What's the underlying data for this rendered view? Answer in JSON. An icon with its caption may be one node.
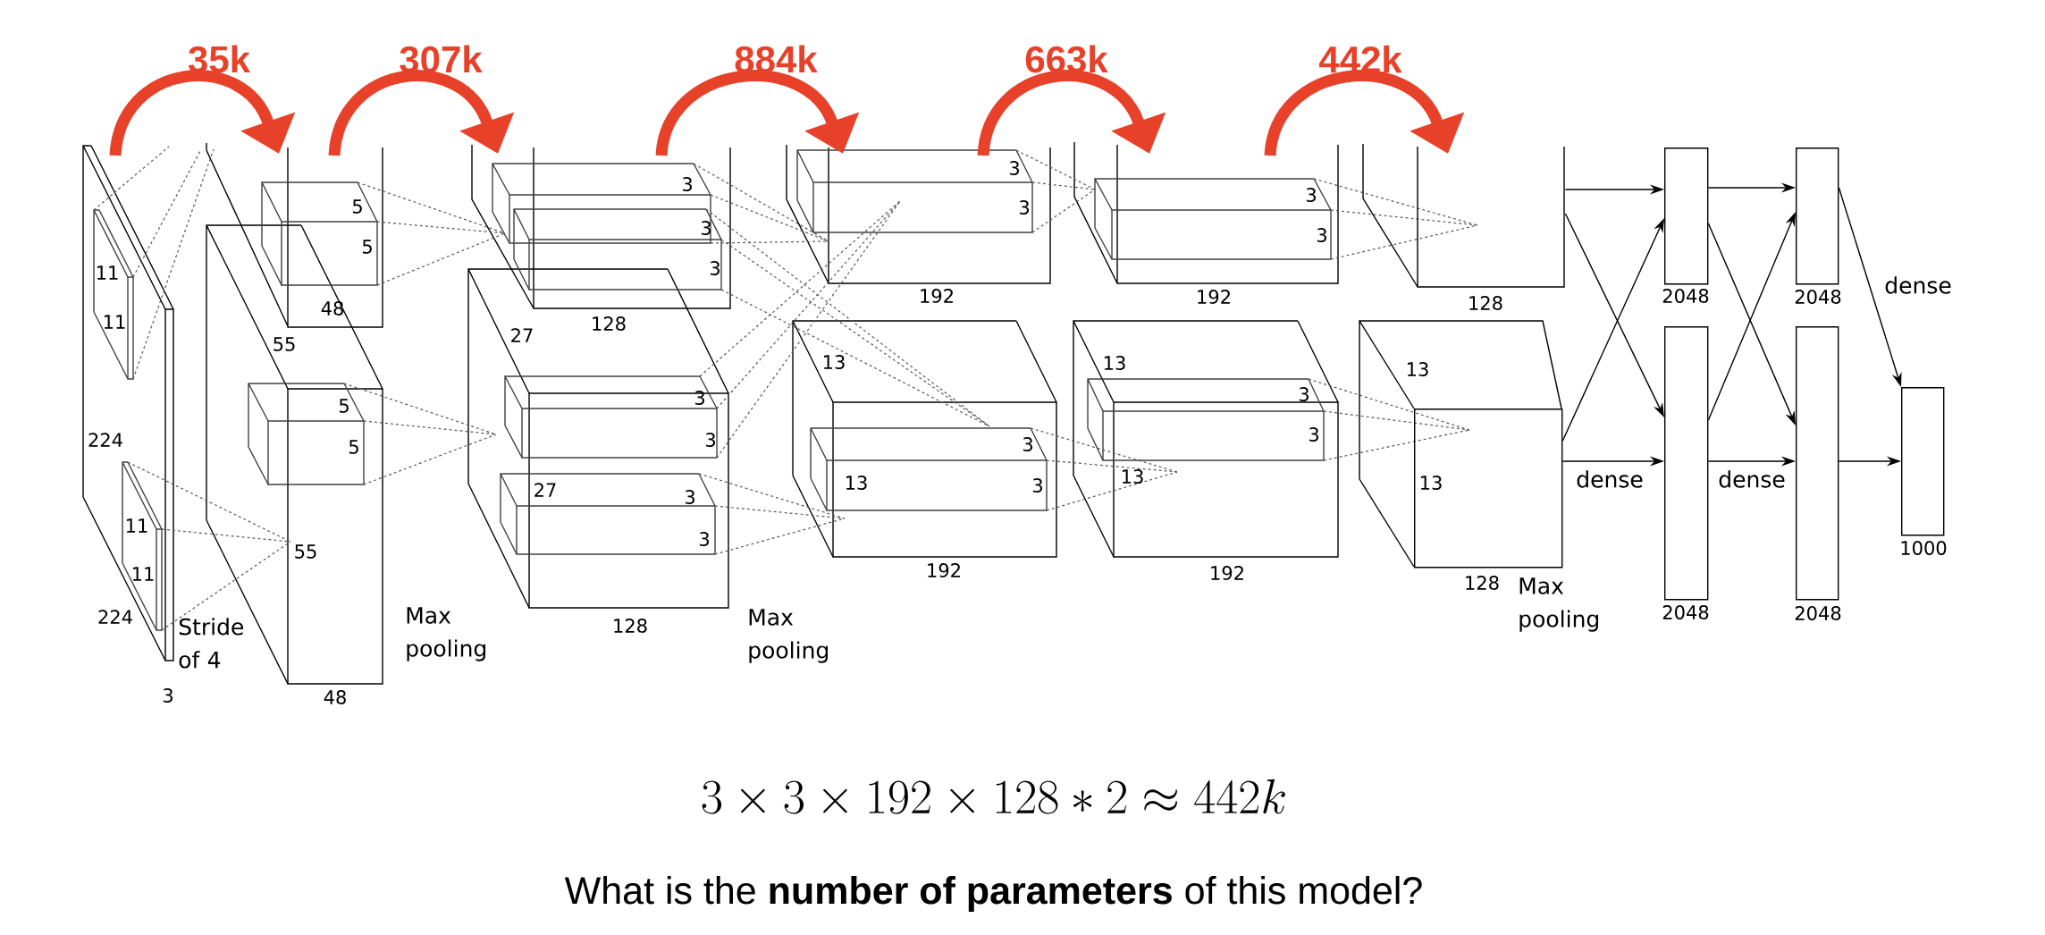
{
  "diagram": {
    "caption": "What is the **number of parameters** of this model?",
    "nodes": [
      {
        "text": [],
        "shape": "box",
        "beside": [
          "128"
        ]
      },
      {
        "text": [],
        "shape": "box",
        "beside": [
          "128"
        ]
      },
      {
        "text": [],
        "shape": "box",
        "beside": [
          "2048"
        ]
      },
      {
        "text": [],
        "shape": "box",
        "beside": [
          "2048"
        ]
      },
      {
        "text": [],
        "shape": "box",
        "beside": [
          "2048"
        ]
      },
      {
        "text": [],
        "shape": "box",
        "beside": [
          "2048"
        ]
      },
      {
        "text": [],
        "shape": "box",
        "beside": [
          "1000"
        ]
      }
    ],
    "edges": [
      {
        "from": 0,
        "to": 2,
        "arrow": "to"
      },
      {
        "from": 0,
        "to": 3,
        "arrow": "to"
      },
      {
        "from": 1,
        "to": 2,
        "arrow": "to"
      },
      {
        "from": 1,
        "to": 3,
        "arrow": "to",
        "label": "dense"
      },
      {
        "from": 2,
        "to": 4,
        "arrow": "to"
      },
      {
        "from": 2,
        "to": 5,
        "arrow": "to"
      },
      {
        "from": 3,
        "to": 4,
        "arrow": "to"
      },
      {
        "from": 3,
        "to": 5,
        "arrow": "to",
        "label": "dense"
      },
      {
        "from": 4,
        "to": 6,
        "arrow": "to",
        "label": "dense"
      },
      {
        "from": 5,
        "to": 6,
        "arrow": "to"
      }
    ],
    "labels": [
      "35k",
      "307k",
      "884k",
      "663k",
      "442k",
      "11",
      "11",
      "224",
      "11",
      "11",
      "224",
      "Stride of 4",
      "3",
      "5",
      "5",
      "48",
      "55",
      "5",
      "5",
      "55",
      "Max pooling",
      "48",
      "3",
      "3",
      "3",
      "128",
      "27",
      "3",
      "3",
      "27",
      "3",
      "3",
      "128",
      "Max pooling",
      "3",
      "3",
      "192",
      "13",
      "3",
      "13",
      "3",
      "192",
      "3",
      "3",
      "192",
      "13",
      "3",
      "3",
      "13",
      "192",
      "13",
      "13",
      "Max pooling",
      "3 \\times 3 \\times 192 \\times 128 * 2 \\approx 442k"
    ]
  }
}
